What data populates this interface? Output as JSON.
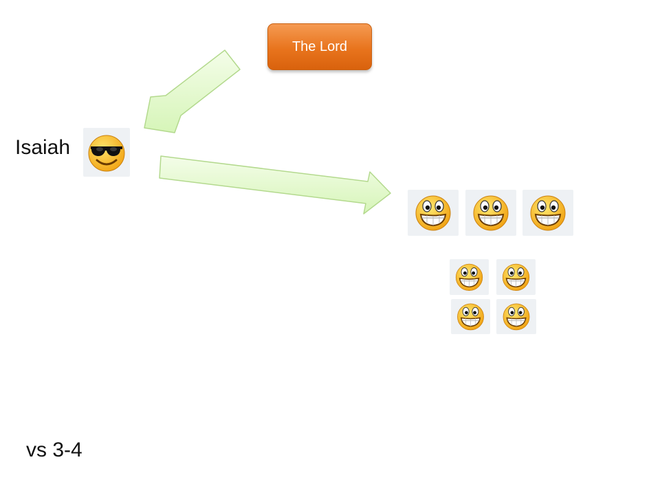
{
  "source_box": {
    "label": "The Lord",
    "color": "#e8741d"
  },
  "prophet": {
    "label": "Isaiah",
    "icon": "sunglasses-smiley-icon"
  },
  "people_icon": "grinning-smiley-icon",
  "arrow_color": "#e3f9cf",
  "verse_ref": "vs 3-4"
}
